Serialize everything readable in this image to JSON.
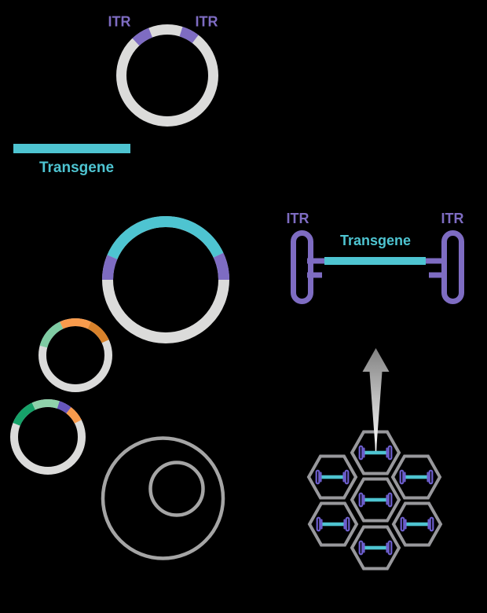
{
  "labels": {
    "plasmid_itr_left": "ITR",
    "plasmid_itr_right": "ITR",
    "legend_transgene": "Transgene",
    "construct_itr_left": "ITR",
    "construct_itr_right": "ITR",
    "construct_transgene": "Transgene"
  },
  "colors": {
    "background": "#000000",
    "teal": "#4EC4D1",
    "purple": "#7E6CC2",
    "purple_deep": "#6656BC",
    "purple_mini": "#6D5ECE",
    "ring_gray": "#DBDBDA",
    "green_pale": "#7FCBA3",
    "green_dark": "#16A269",
    "green_light": "#8FD2AB",
    "orange_light": "#F89B4C",
    "orange_dark": "#D8822B",
    "hex_gray": "#98989C",
    "cell_gray": "#A5A5A5",
    "arrow_dark": "#828282",
    "arrow_light": "#FFFFFF"
  }
}
